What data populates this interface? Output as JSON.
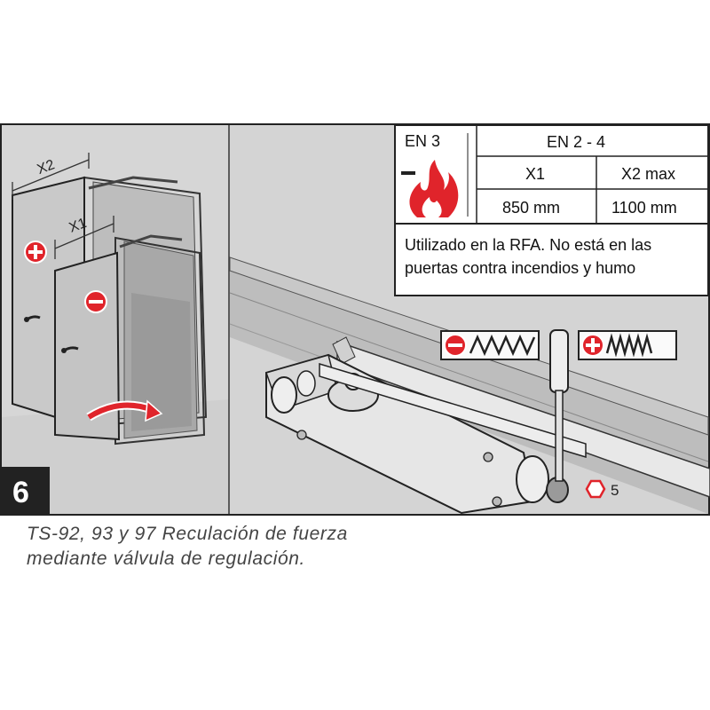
{
  "step_number": "6",
  "labels": {
    "x2": "X2",
    "x1": "X1"
  },
  "table": {
    "en3": "EN 3",
    "en24": "EN 2 - 4",
    "col1_header": "X1",
    "col2_header": "X2 max",
    "col1_value": "850 mm",
    "col2_value": "1100 mm",
    "note_line1": "Utilizado en la RFA. No está en las",
    "note_line2": "puertas contra incendios y humo"
  },
  "callout_number": "5",
  "caption": {
    "line1": "TS-92, 93 y 97 Reculación de fuerza",
    "line2": "mediante válvula de regulación."
  },
  "colors": {
    "accent_red": "#e0242b",
    "panel_gray": "#d6d6d6",
    "door_gray": "#c9c9c9",
    "caption_gray": "#444444"
  },
  "icons": {
    "plus": "plus-circle-icon",
    "minus": "minus-circle-icon",
    "fire": "fire-icon",
    "hex": "hex-key-icon",
    "rotate": "rotate-arrow-icon"
  }
}
